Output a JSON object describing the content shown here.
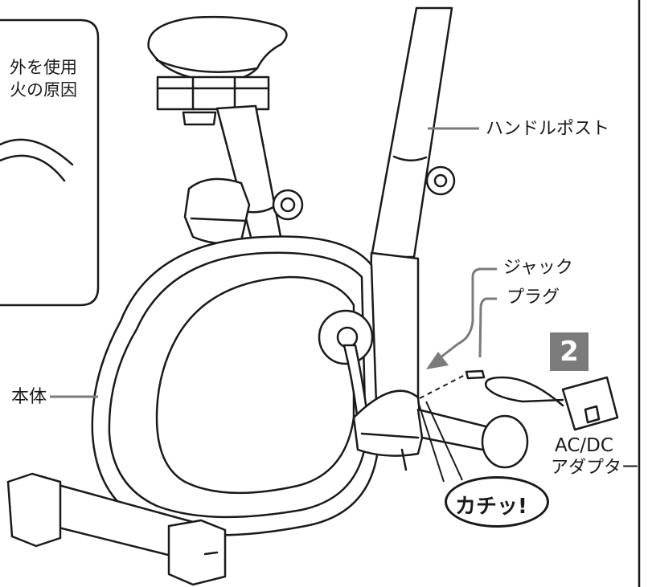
{
  "caution_note": {
    "line1": "外を使用",
    "line2": "火の原因"
  },
  "labels": {
    "handle_post": "ハンドルポスト",
    "jack": "ジャック",
    "plug": "プラグ",
    "main_body": "本体",
    "adapter_line1": "AC/DC",
    "adapter_line2": "アダプター"
  },
  "step_number": "2",
  "click_sound": "カチッ!",
  "colors": {
    "line": "#1a1a1a",
    "badge": "#7b7b7b",
    "panel_fill": "#ffffff"
  }
}
